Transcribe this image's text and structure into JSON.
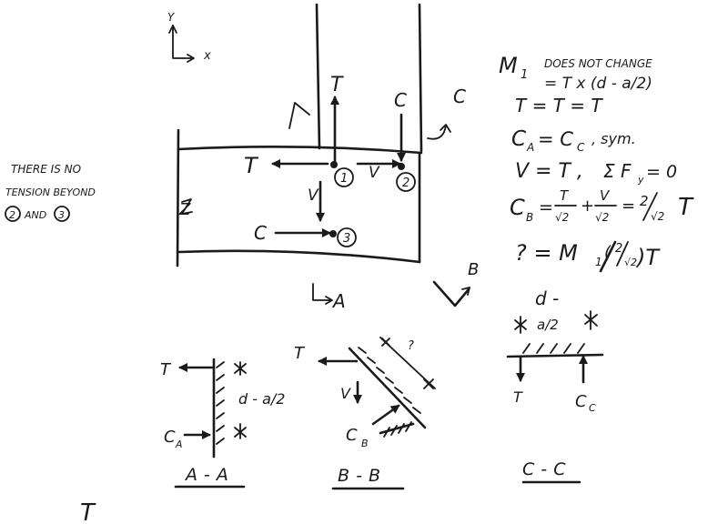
{
  "axes": {
    "y": "Y",
    "x": "x"
  },
  "main": {
    "T_top": "T",
    "C_top": "C",
    "C_cut_right": "C",
    "T_left": "T",
    "node1": "1",
    "V_horizontal": "V",
    "node2": "2",
    "V_vertical": "V",
    "C_left": "C",
    "node3": "3",
    "Z": "Z",
    "A_label": "A",
    "B_label": "B"
  },
  "note": {
    "line1": "THERE IS NO",
    "line2": "TENSION BEYOND",
    "n2": "2",
    "and": "AND",
    "n3": "3"
  },
  "equations": {
    "m1": "M",
    "m1_sub": "1",
    "m1_note": "DOES NOT CHANGE",
    "m1_eq": "= T x (d - a/2)",
    "t_eq": "T = T = T",
    "ca_eq": "C",
    "ca_sub": "A",
    "ca_rest": "= C",
    "cc_sub": "C",
    "sym": ", sym.",
    "v_eq": "V = T ,",
    "sum_eq": "Σ F",
    "sum_sub": "y",
    "sum_rest": "= 0",
    "cb": "C",
    "cb_sub": "B",
    "cb_eq": "=",
    "frac1_num": "T",
    "frac1_den": "√2",
    "plus": "+",
    "frac2_num": "V",
    "frac2_den": "√2",
    "eq2": "=",
    "frac3_num": "2",
    "frac3_den": "√2",
    "cb_tail": "T",
    "q_eq": "? = M",
    "q_sub": "1",
    "q_slash": "/",
    "q_frac_num": "2",
    "q_frac_den": "√2",
    "q_tail": ")T",
    "q_open": "("
  },
  "section_aa": {
    "T": "T",
    "dim": "d - a/2",
    "ca": "C",
    "ca_sub": "A",
    "caption": "A - A"
  },
  "section_bb": {
    "T": "T",
    "q": "?",
    "V": "V",
    "cb": "C",
    "cb_sub": "B",
    "caption": "B - B"
  },
  "section_cc": {
    "dim_top": "d -",
    "dim_bottom": "a/2",
    "T": "T",
    "cc": "C",
    "cc_sub": "C",
    "caption": "C - C"
  },
  "stray_mark": "T"
}
